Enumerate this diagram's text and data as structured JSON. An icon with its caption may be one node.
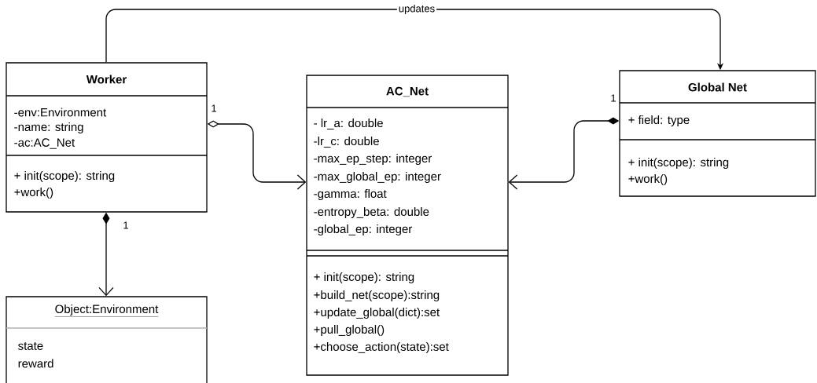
{
  "diagram": {
    "nodes": [
      {
        "text": [
          "Worker",
          "-env:Environment",
          "-name: string",
          "-ac:AC_Net",
          "+ init(scope): string",
          "+work()"
        ]
      },
      {
        "text": [
          "AC_Net",
          "- lr_a: double",
          "-lr_c: double",
          "-max_ep_step: integer",
          "-max_global_ep: integer",
          "-gamma: float",
          "-entropy_beta: double",
          "-global_ep: integer",
          "+ init(scope): string",
          "+build_net(scope):string",
          "+update_global(dict):set",
          "+pull_global()",
          "+choose_action(state):set"
        ]
      },
      {
        "text": [
          "Global Net",
          "+ field: type",
          "+ init(scope): string",
          "+work()"
        ]
      },
      {
        "text": [
          "Object:Environment",
          "state",
          "reward"
        ]
      }
    ],
    "edges": [
      {
        "from": 0,
        "to": 2,
        "arrow": "to",
        "label": "updates"
      },
      {
        "from": 0,
        "to": 1,
        "arrow": "to"
      },
      {
        "from": 2,
        "to": 1,
        "arrow": "to"
      },
      {
        "from": 0,
        "to": 3,
        "arrow": "to"
      }
    ],
    "labels": [
      "1",
      "1",
      "1"
    ]
  }
}
